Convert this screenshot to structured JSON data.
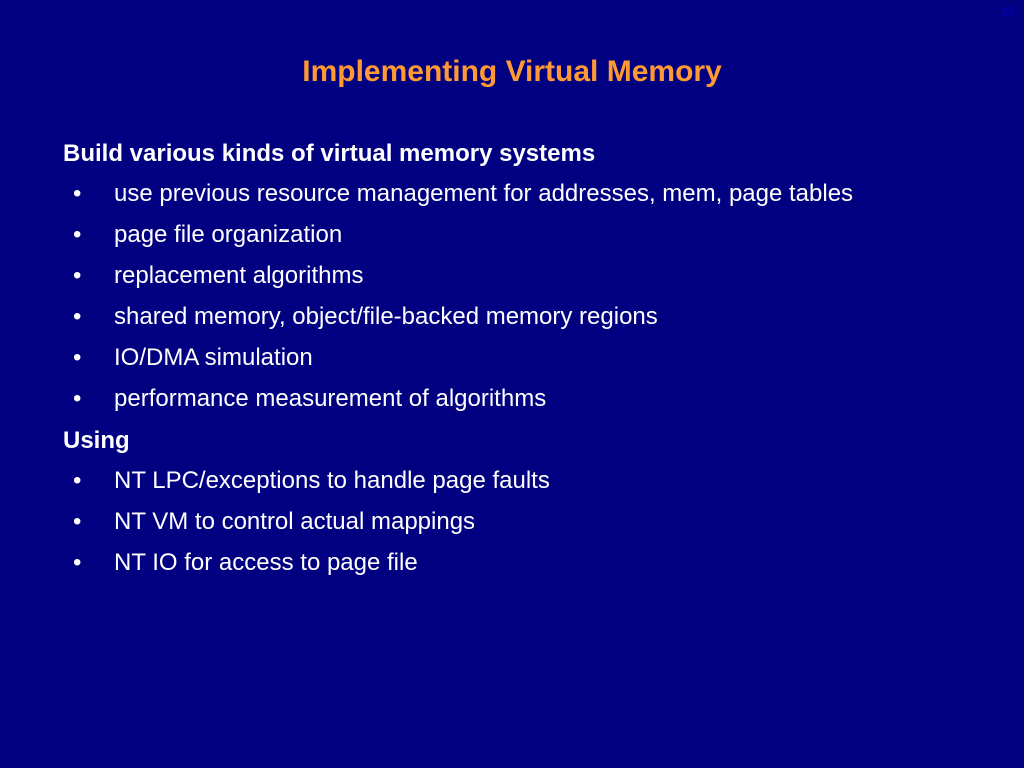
{
  "slide": {
    "number": "37",
    "title": "Implementing Virtual Memory",
    "colors": {
      "background": "#000080",
      "title": "#ff9933",
      "text": "#ffffff"
    },
    "bullet_symbol": "•",
    "sections": [
      {
        "heading": "Build various kinds of virtual memory systems",
        "items": [
          "use previous resource management for addresses, mem, page tables",
          "page file organization",
          "replacement algorithms",
          "shared memory, object/file-backed memory regions",
          "IO/DMA simulation",
          "performance measurement of algorithms"
        ]
      },
      {
        "heading": "Using",
        "items": [
          "NT LPC/exceptions to handle page faults",
          "NT VM to control actual mappings",
          "NT IO for access to page file"
        ]
      }
    ]
  }
}
